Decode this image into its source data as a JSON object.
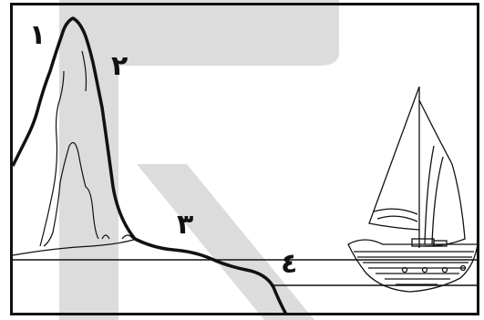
{
  "labels": {
    "one": "١",
    "two": "٢",
    "three": "٣",
    "four": "٤"
  },
  "colors": {
    "line": "#111111",
    "watermark": "#d6d6d6",
    "background": "#ffffff"
  },
  "icons": [
    "cliff-mountain-icon",
    "sailboat-icon",
    "watermark-logo"
  ]
}
